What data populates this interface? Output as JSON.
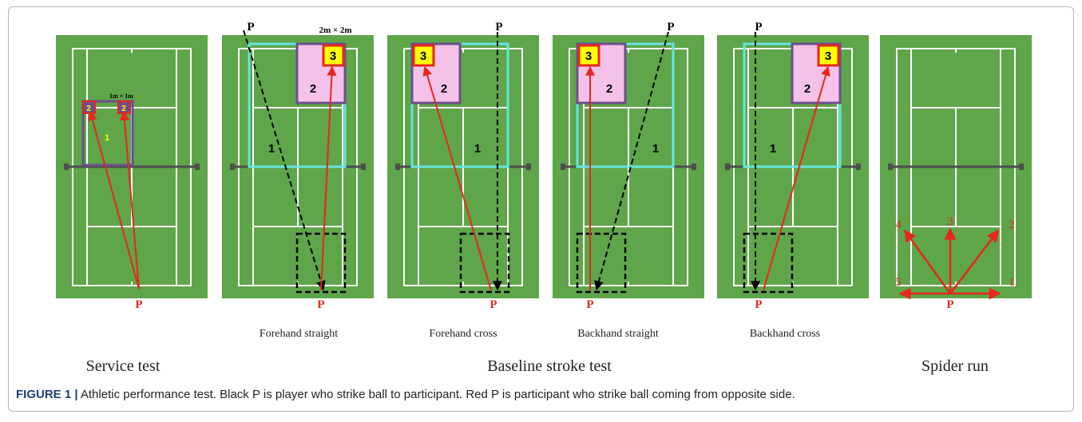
{
  "figure": {
    "courts": [
      {
        "id": "service",
        "sublabel": "",
        "tag": "1m × 1m",
        "zone1": "1",
        "zone2a": "2",
        "zone2b": "2",
        "player_red": "P"
      },
      {
        "id": "forehand-straight",
        "sublabel": "Forehand straight",
        "tag": "2m × 2m",
        "zone1": "1",
        "zone2": "2",
        "zone3": "3",
        "player_black": "P",
        "player_red": "P"
      },
      {
        "id": "forehand-cross",
        "sublabel": "Forehand cross",
        "zone1": "1",
        "zone2": "2",
        "zone3": "3",
        "player_black": "P",
        "player_red": "P"
      },
      {
        "id": "backhand-straight",
        "sublabel": "Backhand straight",
        "zone1": "1",
        "zone2": "2",
        "zone3": "3",
        "player_black": "P",
        "player_red": "P"
      },
      {
        "id": "backhand-cross",
        "sublabel": "Backhand cross",
        "zone1": "1",
        "zone2": "2",
        "zone3": "3",
        "player_black": "P",
        "player_red": "P"
      },
      {
        "id": "spider",
        "sublabel": "",
        "numbers": [
          "4",
          "3",
          "2",
          "5",
          "1"
        ],
        "player_red": "P"
      }
    ],
    "group_labels": {
      "service": "Service test",
      "baseline": "Baseline stroke test",
      "spider": "Spider run"
    }
  },
  "caption": {
    "label": "FIGURE 1 |",
    "text": " Athletic performance test. Black P is player who strike ball to participant. Red P is participant who strike ball coming from opposite side."
  },
  "colors": {
    "court": "#5fa54a",
    "lines": "#ffffff",
    "red": "#e8261c",
    "cyan": "#63e6e0",
    "purple": "#6b4f8e",
    "pink": "#f4c2e9",
    "yellow": "#ffff00",
    "net": "#4d4d4d"
  }
}
